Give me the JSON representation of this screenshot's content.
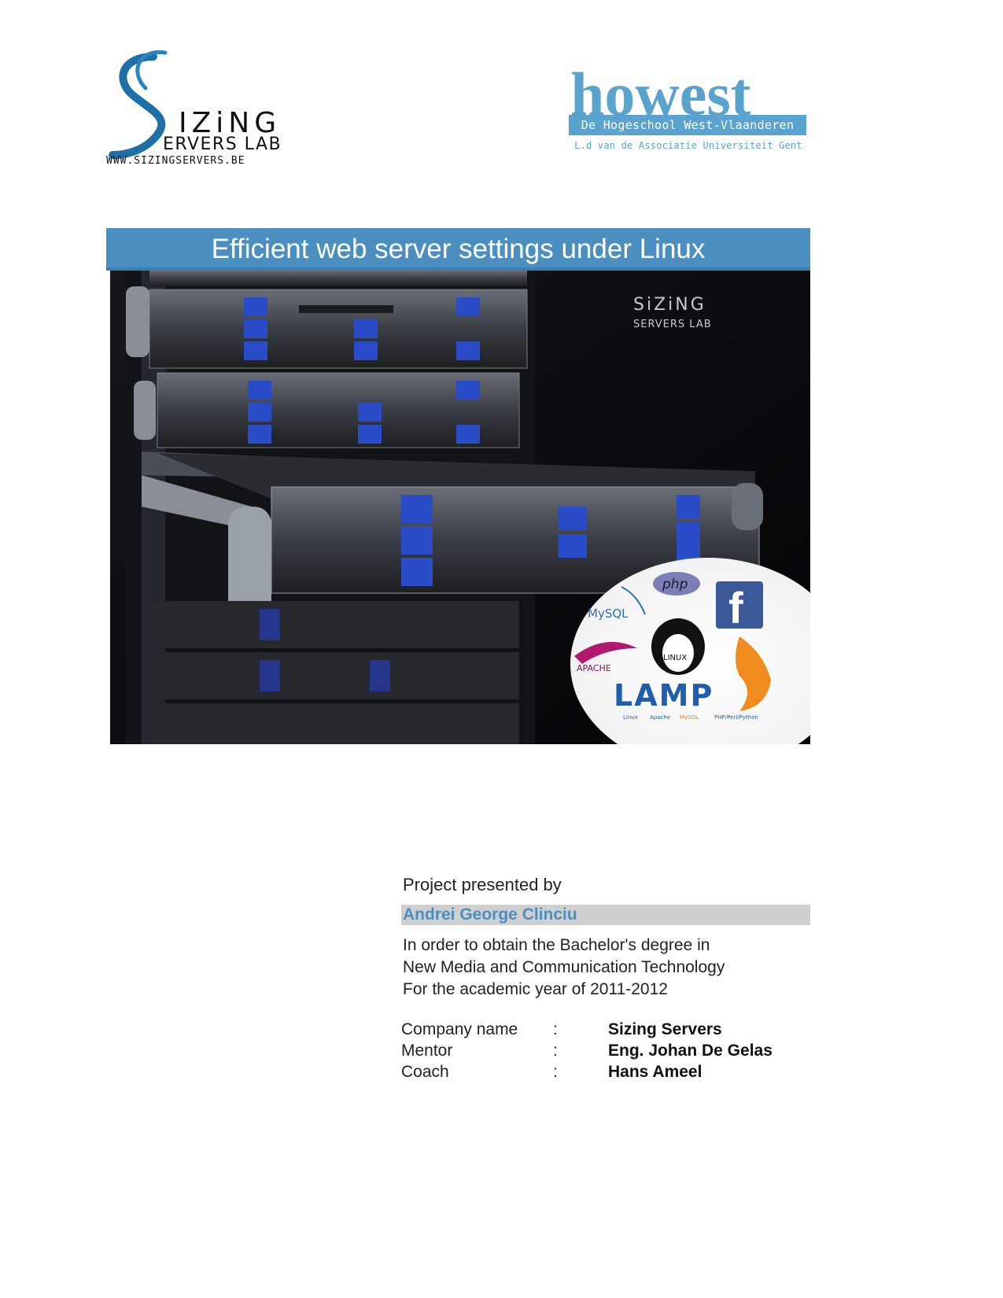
{
  "logos": {
    "sizing": {
      "line1": "IZiNG",
      "line2": "ERVERS LAB",
      "url": "WWW.SIZINGSERVERS.BE"
    },
    "howest": {
      "wordmark": "howest",
      "band": "De Hogeschool West-Vlaanderen",
      "sub": "L.d van de Associatie Universiteit Gent"
    }
  },
  "title": "Efficient web server settings under Linux",
  "cover_image": {
    "watermark_line1": "SiZiNG",
    "watermark_line2": "SERVERS LAB",
    "badges": [
      "php",
      "MySQL",
      "LINUX",
      "APACHE",
      "LAMP"
    ],
    "lamp_caption": [
      "Linux",
      "Apache",
      "MySQL",
      "PHP/Perl/Python"
    ]
  },
  "presented_label": "Project presented by",
  "author": "Andrei George Clinciu",
  "degree_lines": [
    "In order to obtain the Bachelor's degree in",
    "New Media and Communication Technology",
    "For the academic year of 2011-2012"
  ],
  "info": [
    {
      "label": "Company name",
      "sep": ":",
      "value": "Sizing Servers"
    },
    {
      "label": "Mentor",
      "sep": ":",
      "value": "Eng. Johan De Gelas"
    },
    {
      "label": "Coach",
      "sep": ":",
      "value": "Hans Ameel"
    }
  ],
  "colors": {
    "accent_blue": "#4a8fbf",
    "author_band": "#cfcfcf",
    "server_blue": "#2a4cc8"
  }
}
